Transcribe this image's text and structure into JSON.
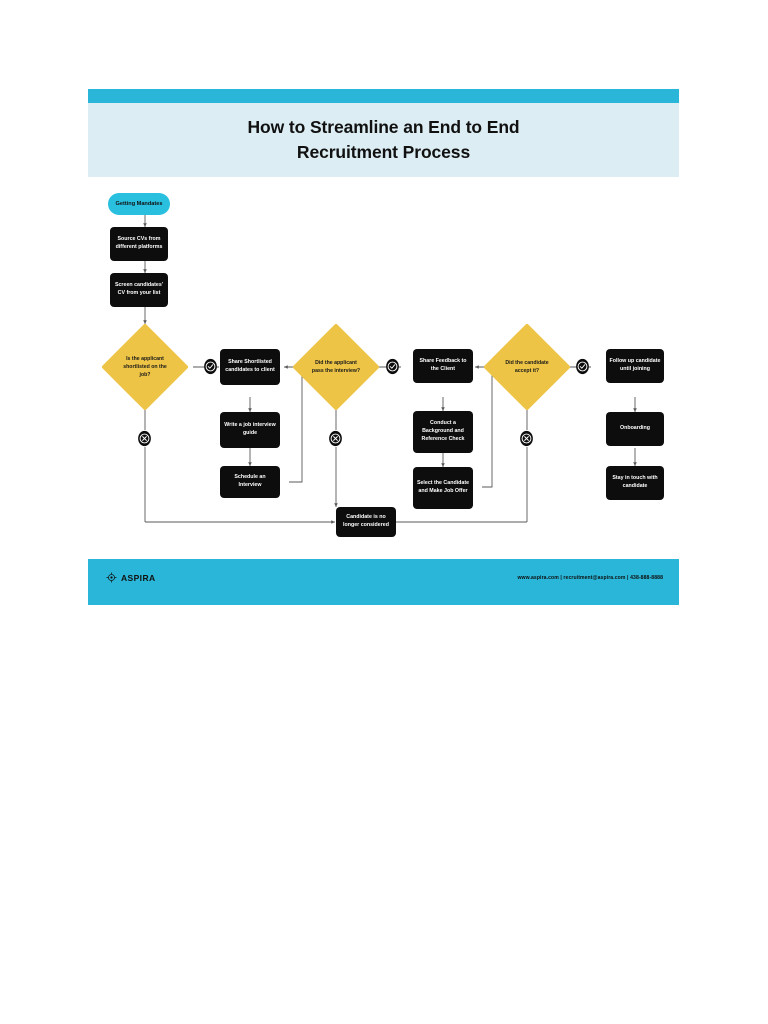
{
  "header": {
    "title_line1": "How to Streamline an End to End",
    "title_line2": "Recruitment Process",
    "bar_color": "#29b6d8",
    "band_color": "#dceef3"
  },
  "colors": {
    "accent": "#29b6d8",
    "start_node": "#29c0e0",
    "decision": "#edc445",
    "process": "#0d0d0d",
    "connector": "#5a5a5a"
  },
  "flowchart": {
    "type": "flowchart",
    "start": {
      "label": "Getting Mandates",
      "shape": "rounded-pill"
    },
    "nodes": [
      {
        "id": "source-cvs",
        "label": "Source CVs from different platforms",
        "shape": "process"
      },
      {
        "id": "screen-candidates",
        "label": "Screen candidates' CV from your list",
        "shape": "process"
      },
      {
        "id": "share-shortlisted",
        "label": "Share Shortlisted candidates to client",
        "shape": "process"
      },
      {
        "id": "write-guide",
        "label": "Write a job interview guide",
        "shape": "process"
      },
      {
        "id": "schedule-interview",
        "label": "Schedule an Interview",
        "shape": "process"
      },
      {
        "id": "share-feedback",
        "label": "Share Feedback to the Client",
        "shape": "process"
      },
      {
        "id": "background-check",
        "label": "Conduct a Background and Reference Check",
        "shape": "process"
      },
      {
        "id": "make-offer",
        "label": "Select the Candidate and Make Job Offer",
        "shape": "process"
      },
      {
        "id": "follow-up",
        "label": "Follow up candidate until joining",
        "shape": "process"
      },
      {
        "id": "onboarding",
        "label": "Onboarding",
        "shape": "process"
      },
      {
        "id": "stay-in-touch",
        "label": "Stay in touch with candidate",
        "shape": "process"
      },
      {
        "id": "rejected",
        "label": "Candidate is no longer considered",
        "shape": "process"
      }
    ],
    "decisions": [
      {
        "id": "shortlisted",
        "label": "Is the applicant shortlisted on the job?",
        "shape": "diamond"
      },
      {
        "id": "passed-interview",
        "label": "Did the applicant pass the interview?",
        "shape": "diamond"
      },
      {
        "id": "accepted-offer",
        "label": "Did the candidate accept it?",
        "shape": "diamond"
      }
    ],
    "markers": {
      "yes": "check-circle-icon",
      "no": "x-circle-icon"
    }
  },
  "footer": {
    "logo_text": "ASPIRA",
    "logo_icon": "target-icon",
    "contact": "www.aspira.com | recruitment@aspira.com | 438-888-8888"
  }
}
